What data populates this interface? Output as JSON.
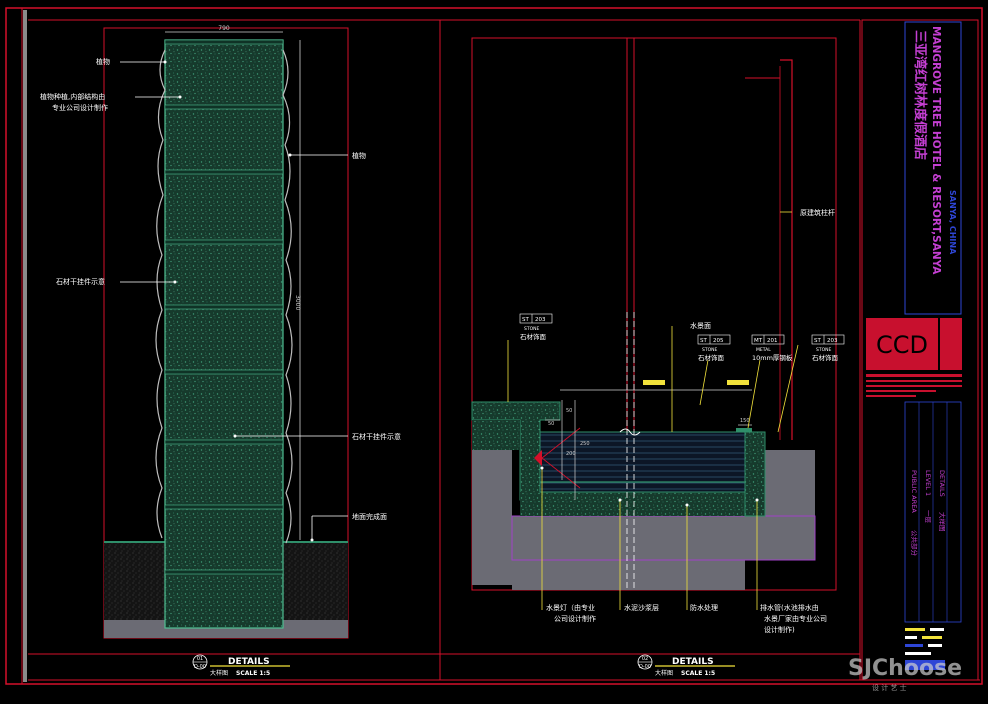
{
  "colors": {
    "border": "#d4102a",
    "annotation": "#ffffff",
    "dim": "#cfcfcf",
    "stone": "#2f8f6a",
    "stone_dark": "#0f3326",
    "water": "#1b2f4a",
    "ground": "#6b6b74",
    "yellow": "#f2e23b",
    "purple": "#a040c8",
    "logo_bg": "#c8102e",
    "titleblock_text": "#c43fd2",
    "titleblock_blue": "#2e46d6"
  },
  "left_detail": {
    "dim_top": "790",
    "dim_height": "3000",
    "labels": {
      "plant": "植物",
      "plant_note_1": "植物种植,内部结构由",
      "plant_note_2": "专业公司设计制作",
      "plant_right": "植物",
      "stone_hanger": "石材干挂件示意",
      "stone_hanger_right": "石材干挂件示意",
      "floor_finish": "地面完成面"
    },
    "title": {
      "number": "01",
      "sheet": "D-00",
      "name": "DETAILS",
      "sub": "大样图",
      "scale": "SCALE 1:5"
    }
  },
  "right_detail": {
    "tags": [
      {
        "code": "ST",
        "num": "203",
        "mat": "STONE",
        "cn": "石材饰面"
      },
      {
        "code": "ST",
        "num": "205",
        "mat": "STONE",
        "cn": "石材饰面"
      },
      {
        "code": "MT",
        "num": "201",
        "mat": "METAL",
        "cn": "10mm厚钢板"
      },
      {
        "code": "ST",
        "num": "203",
        "mat": "STONE",
        "cn": "石材饰面"
      }
    ],
    "labels": {
      "water_surface": "水景面",
      "handrail": "原建筑柱杆",
      "lamp_1": "水景灯（由专业",
      "lamp_2": "公司设计制作",
      "mortar": "水泥沙浆层",
      "waterproof": "防水处理",
      "drain_1": "排水管(水池排水由",
      "drain_2": "水景厂家由专业公司",
      "drain_3": "设计制作)"
    },
    "dims": [
      "50",
      "50",
      "200",
      "250",
      "150"
    ],
    "title": {
      "number": "02",
      "sheet": "D-00",
      "name": "DETAILS",
      "sub": "大样图",
      "scale": "SCALE 1:5"
    }
  },
  "title_block": {
    "project_cn": "三亚湾红树林度假酒店",
    "project_en": "MANGROVE TREE HOTEL & RESORT,SANYA",
    "location": "SANYA, CHINA",
    "logo": "CCD",
    "area_en": "PUBLIC AREA",
    "area_cn": "公共部分",
    "level_en": "LEVEL 1",
    "level_cn": "一层",
    "drawing_en": "DETAILS",
    "drawing_cn": "大样图"
  },
  "watermark": {
    "brand": "SJChoose",
    "sub": "设 计 艺 士"
  }
}
